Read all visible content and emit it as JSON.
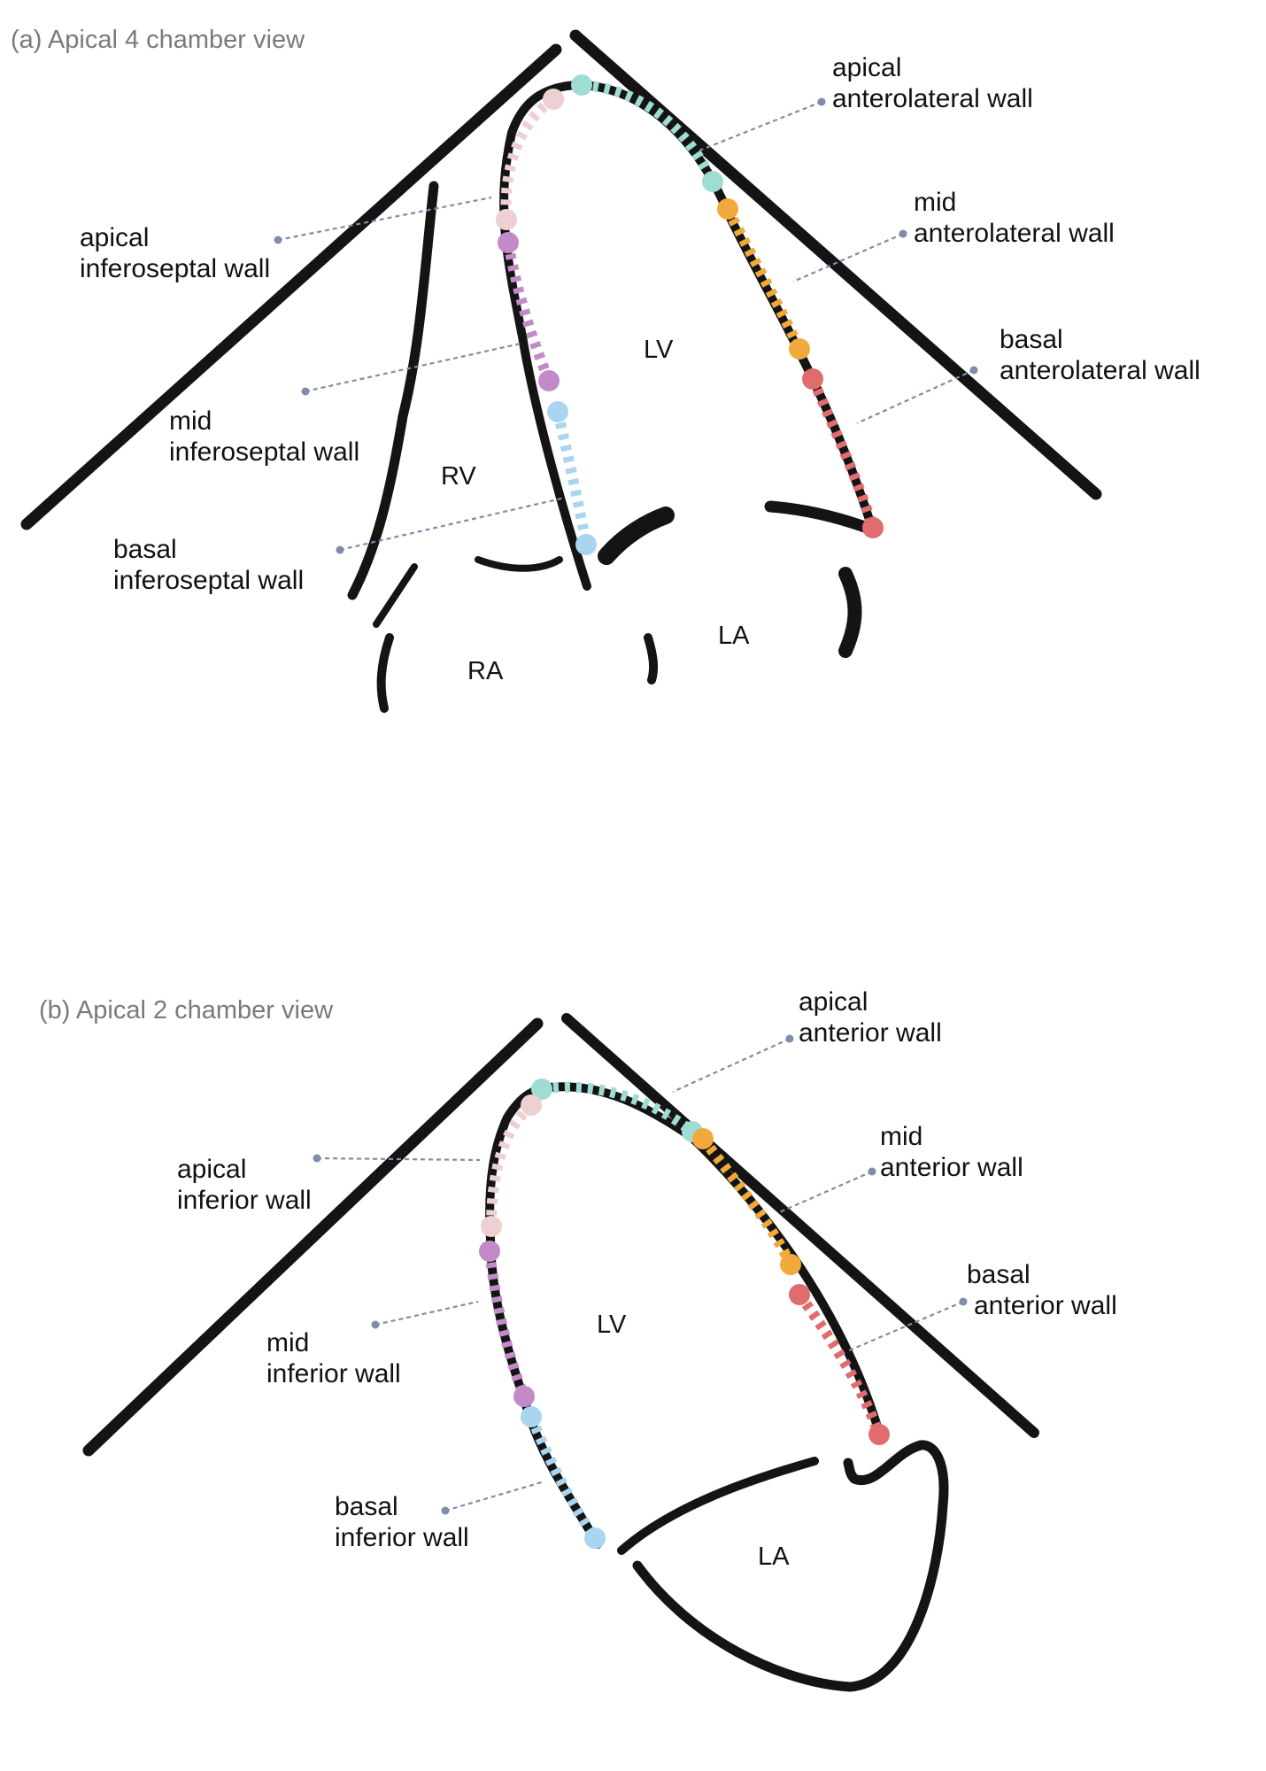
{
  "panel_a": {
    "title": "(a) Apical 4 chamber view",
    "chambers": {
      "lv": "LV",
      "rv": "RV",
      "la": "LA",
      "ra": "RA"
    },
    "segments": [
      {
        "id": "apical_anterolateral",
        "line1": "apical",
        "line2": "anterolateral wall",
        "color": "#9fdcd4"
      },
      {
        "id": "mid_anterolateral",
        "line1": "mid",
        "line2": "anterolateral wall",
        "color": "#f2a93b"
      },
      {
        "id": "basal_anterolateral",
        "line1": "basal",
        "line2": "anterolateral wall",
        "color": "#e06c70"
      },
      {
        "id": "apical_inferoseptal",
        "line1": "apical",
        "line2": "inferoseptal wall",
        "color": "#ecd0d2"
      },
      {
        "id": "mid_inferoseptal",
        "line1": "mid",
        "line2": "inferoseptal wall",
        "color": "#c28bc8"
      },
      {
        "id": "basal_inferoseptal",
        "line1": "basal",
        "line2": "inferoseptal wall",
        "color": "#a9d5f0"
      }
    ]
  },
  "panel_b": {
    "title": "(b) Apical 2 chamber view",
    "chambers": {
      "lv": "LV",
      "la": "LA"
    },
    "segments": [
      {
        "id": "apical_anterior",
        "line1": "apical",
        "line2": "anterior wall",
        "color": "#9fdcd4"
      },
      {
        "id": "mid_anterior",
        "line1": "mid",
        "line2": "anterior wall",
        "color": "#f2a93b"
      },
      {
        "id": "basal_anterior",
        "line1": "basal",
        "line2": "anterior wall",
        "color": "#e06c70"
      },
      {
        "id": "apical_inferior",
        "line1": "apical",
        "line2": "inferior wall",
        "color": "#ecd0d2"
      },
      {
        "id": "mid_inferior",
        "line1": "mid",
        "line2": "inferior wall",
        "color": "#c28bc8"
      },
      {
        "id": "basal_inferior",
        "line1": "basal",
        "line2": "inferior wall",
        "color": "#a9d5f0"
      }
    ]
  }
}
